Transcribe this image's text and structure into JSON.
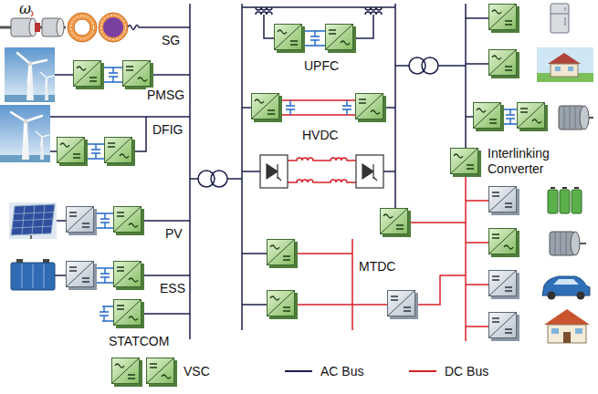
{
  "diagram": {
    "labels": [
      "ω",
      "SG",
      "PMSG",
      "DFIG",
      "PV",
      "ESS",
      "STATCOM",
      "UPFC",
      "HVDC",
      "MTDC",
      "Interlinking Converter"
    ],
    "legend": [
      {
        "text": "VSC"
      },
      {
        "text": "AC Bus"
      },
      {
        "text": "DC Bus"
      }
    ]
  }
}
